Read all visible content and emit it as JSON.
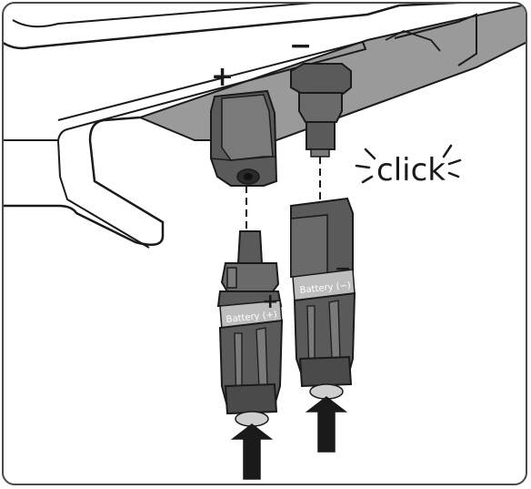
{
  "illustration": {
    "terminal_plus_sign": "+",
    "terminal_minus_sign": "−",
    "click_text": "click",
    "connector_plus": {
      "label": "Battery (+)",
      "sign": "+"
    },
    "connector_minus": {
      "label": "Battery (−)",
      "sign": "−"
    }
  },
  "colors": {
    "outline": "#1a1a1a",
    "connector_dark": "#5a5a5a",
    "connector_mid": "#7a7a7a",
    "housing_underside": "#9a9a9a",
    "band": "#bdbdbd",
    "tip": "#cfcfcf"
  }
}
